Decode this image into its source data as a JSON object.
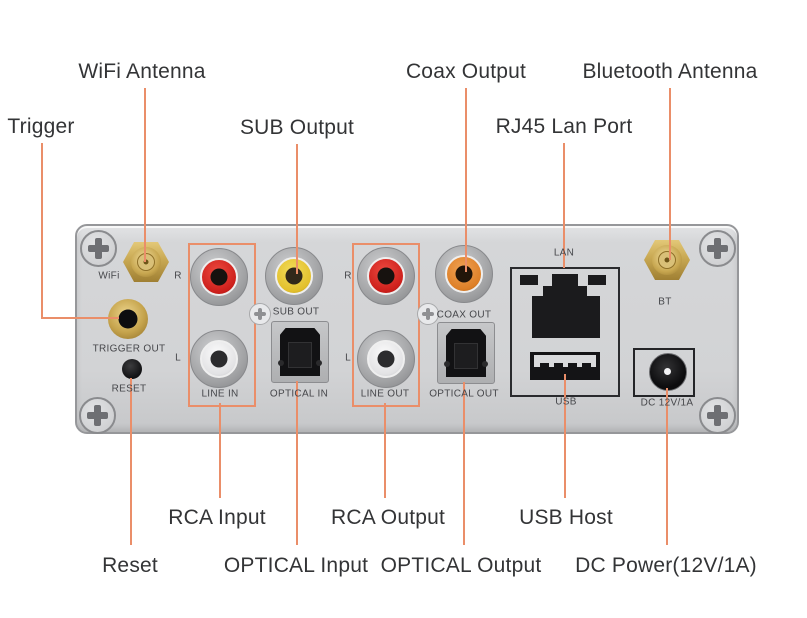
{
  "diagram_title": "Audio streamer rear panel port diagram",
  "colors": {
    "leader_line": "#ea8e69",
    "group_box": "#ea8e69",
    "callout_text": "#333436",
    "panel_body": "#d2d3d5",
    "panel_text": "#46474b",
    "antenna_gold": "#c8a852",
    "rca_red": "#cc1f1b",
    "rca_white": "#e2e2e4",
    "rca_yellow": "#e2bf2c",
    "rca_orange": "#dd7f27"
  },
  "callouts": {
    "wifi_antenna": {
      "label": "WiFi Antenna"
    },
    "trigger": {
      "label": "Trigger"
    },
    "sub_output": {
      "label": "SUB Output"
    },
    "coax_output": {
      "label": "Coax Output"
    },
    "rj45_lan_port": {
      "label": "RJ45 Lan Port"
    },
    "bluetooth_antenna": {
      "label": "Bluetooth Antenna"
    },
    "rca_input": {
      "label": "RCA Input"
    },
    "reset": {
      "label": "Reset"
    },
    "optical_input": {
      "label": "OPTICAL Input"
    },
    "rca_output": {
      "label": "RCA Output"
    },
    "optical_output": {
      "label": "OPTICAL Output"
    },
    "usb_host": {
      "label": "USB Host"
    },
    "dc_power": {
      "label": "DC Power(12V/1A)"
    }
  },
  "panel_labels": {
    "wifi": "WiFi",
    "trigger_out": "TRIGGER OUT",
    "reset": "RESET",
    "line_in_r": "R",
    "line_in_l": "L",
    "line_in": "LINE IN",
    "sub_out": "SUB OUT",
    "optical_in": "OPTICAL IN",
    "line_out_r": "R",
    "line_out_l": "L",
    "line_out": "LINE OUT",
    "coax_out": "COAX OUT",
    "optical_out": "OPTICAL OUT",
    "lan": "LAN",
    "usb": "USB",
    "bt": "BT",
    "dc": "DC 12V/1A"
  }
}
